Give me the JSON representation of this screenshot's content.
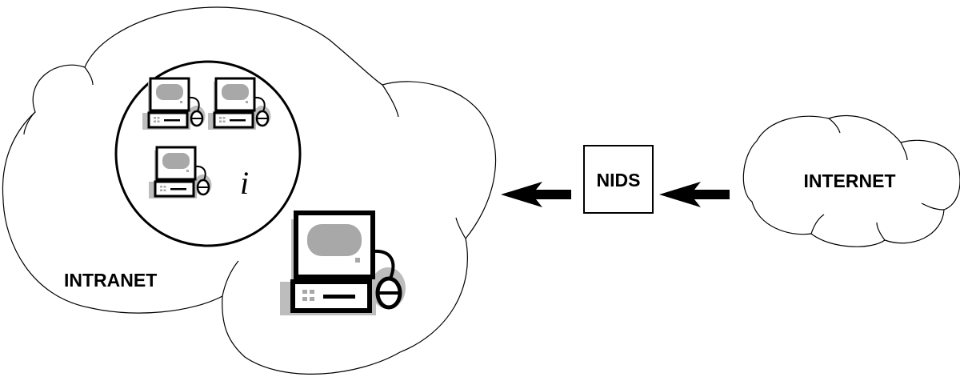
{
  "intranet": {
    "label": "INTRANET"
  },
  "subnet": {
    "label": "i"
  },
  "nids": {
    "label": "NIDS"
  },
  "internet": {
    "label": "INTERNET"
  },
  "colors": {
    "line": "#000000",
    "screen": "#a8a8a8",
    "shadow": "#bdbdbd",
    "background": "#ffffff"
  },
  "icons": [
    "computer-icon",
    "arrow-left-icon"
  ]
}
